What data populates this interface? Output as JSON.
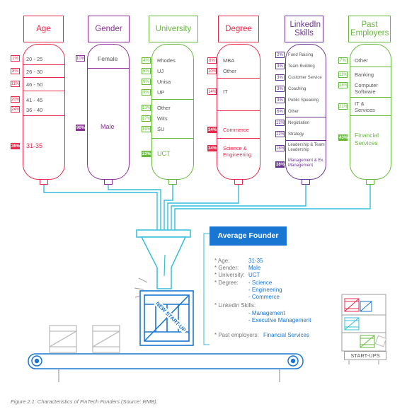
{
  "colors": {
    "age": "#e8294b",
    "gender": "#8e2f9b",
    "university": "#66b93c",
    "degree": "#e8294b",
    "linkedin": "#6b3394",
    "past": "#66b93c",
    "blue": "#1976d2",
    "cyan": "#33bedb",
    "grey": "#9e9e9e"
  },
  "columns": {
    "age": {
      "header": "Age",
      "items": [
        {
          "pct": "1%",
          "label": "20 - 25"
        },
        {
          "pct": "8%",
          "label": "26 - 30"
        },
        {
          "pct": "11%",
          "label": "46 - 50"
        },
        {
          "pct": "20%",
          "label": "41 - 45"
        },
        {
          "pct": "24%",
          "label": "36 - 40"
        },
        {
          "pct": "36%",
          "label": "31-35"
        }
      ]
    },
    "gender": {
      "header": "Gender",
      "items": [
        {
          "pct": "10%",
          "label": "Female"
        },
        {
          "pct": "90%",
          "label": "Male"
        }
      ]
    },
    "university": {
      "header": "University",
      "items": [
        {
          "pct": "4%",
          "label": "Rhodes"
        },
        {
          "pct": "6%",
          "label": "UJ"
        },
        {
          "pct": "9%",
          "label": "Unisa"
        },
        {
          "pct": "9%",
          "label": "UP"
        },
        {
          "pct": "13%",
          "label": "Other"
        },
        {
          "pct": "17%",
          "label": "Wits"
        },
        {
          "pct": "19%",
          "label": "SU"
        },
        {
          "pct": "23%",
          "label": "UCT"
        }
      ]
    },
    "degree": {
      "header": "Degree",
      "items": [
        {
          "pct": "8%",
          "label": "MBA"
        },
        {
          "pct": "10%",
          "label": "Other"
        },
        {
          "pct": "14%",
          "label": "IT"
        },
        {
          "pct": "34%",
          "label": "Commerce"
        },
        {
          "pct": "34%",
          "label": "Science & Engineering"
        }
      ]
    },
    "linkedin": {
      "header": "LinkedIn Skills",
      "items": [
        {
          "pct": "2%",
          "label": "Fund Raising"
        },
        {
          "pct": "3%",
          "label": "Team Building"
        },
        {
          "pct": "3%",
          "label": "Customer Service"
        },
        {
          "pct": "3%",
          "label": "Coaching"
        },
        {
          "pct": "3%",
          "label": "Public Speaking"
        },
        {
          "pct": "6%",
          "label": "Other"
        },
        {
          "pct": "12%",
          "label": "Negotiation"
        },
        {
          "pct": "12%",
          "label": "Strategy"
        },
        {
          "pct": "18%",
          "label": "Leadership & Team Leadership"
        },
        {
          "pct": "38%",
          "label": "Management & Ex. Management"
        }
      ]
    },
    "past": {
      "header": "Past Employers",
      "items": [
        {
          "pct": "7%",
          "label": "Other"
        },
        {
          "pct": "11%",
          "label": "Banking"
        },
        {
          "pct": "18%",
          "label": "Computer Software"
        },
        {
          "pct": "21%",
          "label": "IT & Services"
        },
        {
          "pct": "43%",
          "label": "Financial Services"
        }
      ]
    }
  },
  "founder": {
    "title": "Average Founder",
    "age_label": "* Age:",
    "age_value": "31-35",
    "gender_label": "* Gender:",
    "gender_value": "Male",
    "university_label": "* University:",
    "university_value": "UCT",
    "degree_label": "* Degree:",
    "degree_values": [
      "- Science",
      "- Engineering",
      "- Commerce"
    ],
    "linkedin_label": "* Linkedin Skills:",
    "linkedin_values": [
      "- Management",
      "- Executive Management"
    ],
    "past_label": "* Past employers:",
    "past_value": "Financial Services"
  },
  "crate_text": "NEW START-UP",
  "startups_label": "START-UPS",
  "caption": "Figure 2.1: Characteristics of FinTech Funders (Source: RMB)."
}
